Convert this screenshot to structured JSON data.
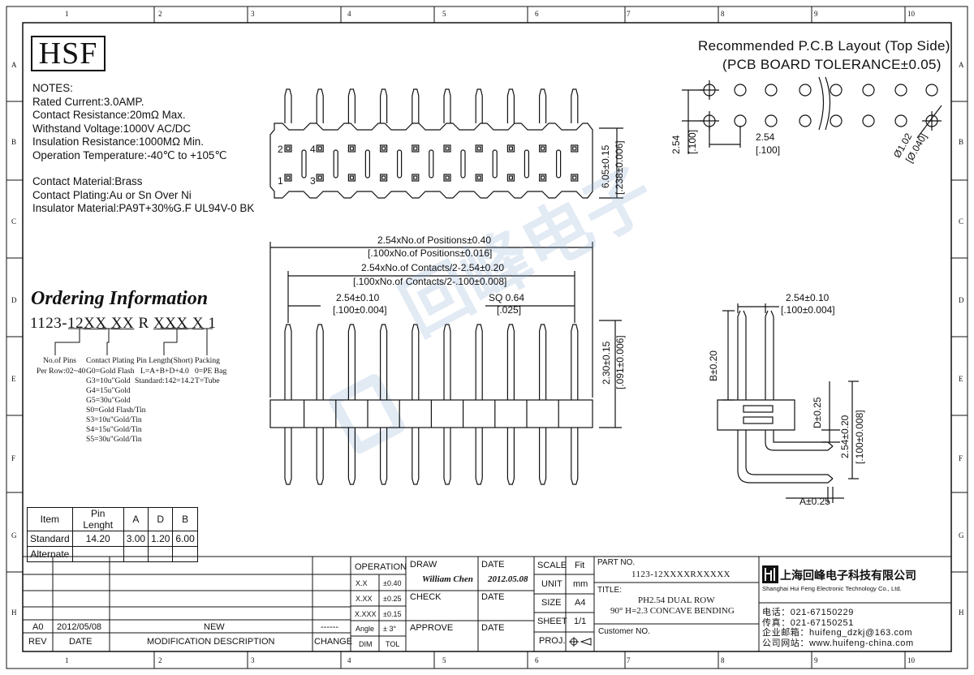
{
  "grid": {
    "columns": [
      "1",
      "2",
      "3",
      "4",
      "5",
      "6",
      "7",
      "8",
      "9",
      "10"
    ],
    "rows": [
      "A",
      "B",
      "C",
      "D",
      "E",
      "F",
      "G",
      "H"
    ]
  },
  "logo": {
    "text": "HSF"
  },
  "notes": {
    "heading": "NOTES:",
    "lines": [
      "Rated Current:3.0AMP.",
      "Contact Resistance:20mΩ Max.",
      "Withstand Voltage:1000V AC/DC",
      "Insulation Resistance:1000MΩ Min.",
      "Operation Temperature:-40℃ to +105℃"
    ],
    "material_lines": [
      "Contact Material:Brass",
      "Contact Plating:Au or Sn Over Ni",
      "Insulator Material:PA9T+30%G.F UL94V-0 BK"
    ]
  },
  "ordering": {
    "title": "Ordering Information",
    "part_prefix": "1123-12",
    "field1": "XX",
    "field2": "XX",
    "r": "R",
    "field3": "XXX",
    "field4": "X",
    "suffix": "1",
    "pins_label": "No.of Pins",
    "pins_range": "Per Row:02~40",
    "plating_label": "Contact Plating",
    "plating_options": [
      "G0=Gold Flash",
      "G3=10u\"Gold",
      "G4=15u\"Gold",
      "G5=30u\"Gold",
      "S0=Gold Flash/Tin",
      "S3=10u\"Gold/Tin",
      "S4=15u\"Gold/Tin",
      "S5=30u\"Gold/Tin"
    ],
    "length_label": "Pin Length(Short)",
    "length_formula": "L=A+B+D+4.0",
    "length_standard": "Standard:142=14.2",
    "packing_label": "Packing",
    "packing_options": [
      "0=PE Bag",
      "T=Tube"
    ]
  },
  "pin_table": {
    "headers": [
      "Item",
      "Pin Lenght",
      "A",
      "D",
      "B"
    ],
    "rows": [
      [
        "Standard",
        "14.20",
        "3.00",
        "1.20",
        "6.00"
      ],
      [
        "Alternate",
        "",
        "",
        "",
        ""
      ]
    ]
  },
  "pcb": {
    "title": "Recommended P.C.B Layout (Top Side)",
    "subtitle": "(PCB BOARD TOLERANCE±0.05)",
    "pitch": "2.54",
    "pitch_in": "[.100]",
    "row_pitch": "2.54",
    "row_pitch_in": "[.100]",
    "hole": "Ø1.02",
    "hole_in": "[Ø.040]"
  },
  "top_view": {
    "pin2": "2",
    "pin4": "4",
    "pin1": "1",
    "pin3": "3",
    "height": "6.05±0.15",
    "height_in": "[.238±0.006]"
  },
  "front_view": {
    "d1": "2.54xNo.of Positions±0.40",
    "d1_in": "[.100xNo.of Positions±0.016]",
    "d2": "2.54xNo.of Contacts/2-2.54±0.20",
    "d2_in": "[.100xNo.of Contacts/2-.100±0.008]",
    "pitch": "2.54±0.10",
    "pitch_in": "[.100±0.004]",
    "sq": "SQ 0.64",
    "sq_in": "[.025]",
    "h": "2.30±0.15",
    "h_in": "[.091±0.006]"
  },
  "side_view": {
    "pitch": "2.54±0.10",
    "pitch_in": "[.100±0.004]",
    "b": "B±0.20",
    "d": "D±0.25",
    "row": "2.54±0.20",
    "row_in": "[.100±0.008]",
    "a": "A±0.25"
  },
  "watermark": "回峰电子",
  "title_block": {
    "rev_rows": [
      {
        "rev": "",
        "date": "",
        "desc": "",
        "change": ""
      },
      {
        "rev": "",
        "date": "",
        "desc": "",
        "change": ""
      },
      {
        "rev": "",
        "date": "",
        "desc": "",
        "change": ""
      },
      {
        "rev": "A0",
        "date": "2012/05/08",
        "desc": "NEW",
        "change": "------"
      }
    ],
    "rev_header": "REV",
    "date_header": "DATE",
    "desc_header": "MODIFICATION DESCRIPTION",
    "change_header": "CHANGE",
    "operation": "OPERATION",
    "tol_rows": [
      {
        "k": "X.X",
        "v": "±0.40"
      },
      {
        "k": "X.XX",
        "v": "±0.25"
      },
      {
        "k": "X.XXX",
        "v": "±0.15"
      },
      {
        "k": "Angle",
        "v": "± 3°"
      }
    ],
    "dim": "DIM",
    "tol": "TOL",
    "draw": "DRAW",
    "drawer": "William Chen",
    "date_label": "DATE",
    "draw_date": "2012.05.08",
    "check": "CHECK",
    "approve": "APPROVE",
    "scale": "SCALE",
    "fit": "Fit",
    "unit": "UNIT",
    "mm": "mm",
    "size": "SIZE",
    "a4": "A4",
    "sheet": "SHEET",
    "sheet_val": "1/1",
    "proj": "PROJ.",
    "part_no_label": "PART NO.",
    "part_no": "1123-12XXXXRXXXXX",
    "title_label": "TITLE:",
    "title1": "PH2.54 DUAL ROW",
    "title2": "90° H=2.3 CONCAVE BENDING",
    "customer_label": "Customer NO."
  },
  "company": {
    "name_cn": "上海回峰电子科技有限公司",
    "name_en": "Shanghai Hui Feng Electronic Technology Co., Ltd.",
    "tel": "电话：021-67150229",
    "fax": "传真：021-67150251",
    "email": "企业邮箱：huifeng_dzkj@163.com",
    "web": "公司网站：www.huifeng-china.com"
  }
}
